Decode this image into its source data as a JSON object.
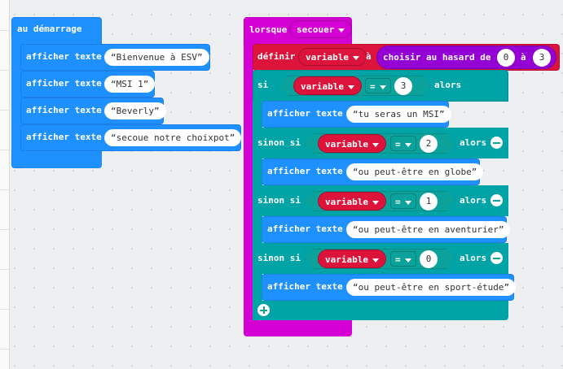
{
  "colors": {
    "basic": "#1e90ff",
    "input": "#d400d4",
    "variables": "#dc143c",
    "logic": "#00a4a6",
    "math": "#9400d3"
  },
  "start_block": {
    "label": "au démarrage",
    "statements": [
      {
        "label": "afficher texte",
        "value": "Bienvenue à ESV"
      },
      {
        "label": "afficher texte",
        "value": "MSI 1"
      },
      {
        "label": "afficher texte",
        "value": "Beverly"
      },
      {
        "label": "afficher texte",
        "value": "secoue notre choixpot"
      }
    ]
  },
  "shake_block": {
    "label": "lorsque",
    "gesture": "secouer",
    "set": {
      "label": "définir",
      "variable": "variable",
      "to": "à",
      "random_label": "choisir au hasard de",
      "from": "0",
      "and": "à",
      "to_value": "3"
    },
    "if_label": "si",
    "then_label": "alors",
    "else_if_label": "sinon si",
    "operator": "=",
    "branches": [
      {
        "variable": "variable",
        "value": "3",
        "action": "afficher texte",
        "text": "tu seras un MSI"
      },
      {
        "variable": "variable",
        "value": "2",
        "action": "afficher texte",
        "text": "ou peut-être en globe"
      },
      {
        "variable": "variable",
        "value": "1",
        "action": "afficher texte",
        "text": "ou peut-être en aventurier"
      },
      {
        "variable": "variable",
        "value": "0",
        "action": "afficher texte",
        "text": "ou peut-être en sport-étude"
      }
    ]
  }
}
